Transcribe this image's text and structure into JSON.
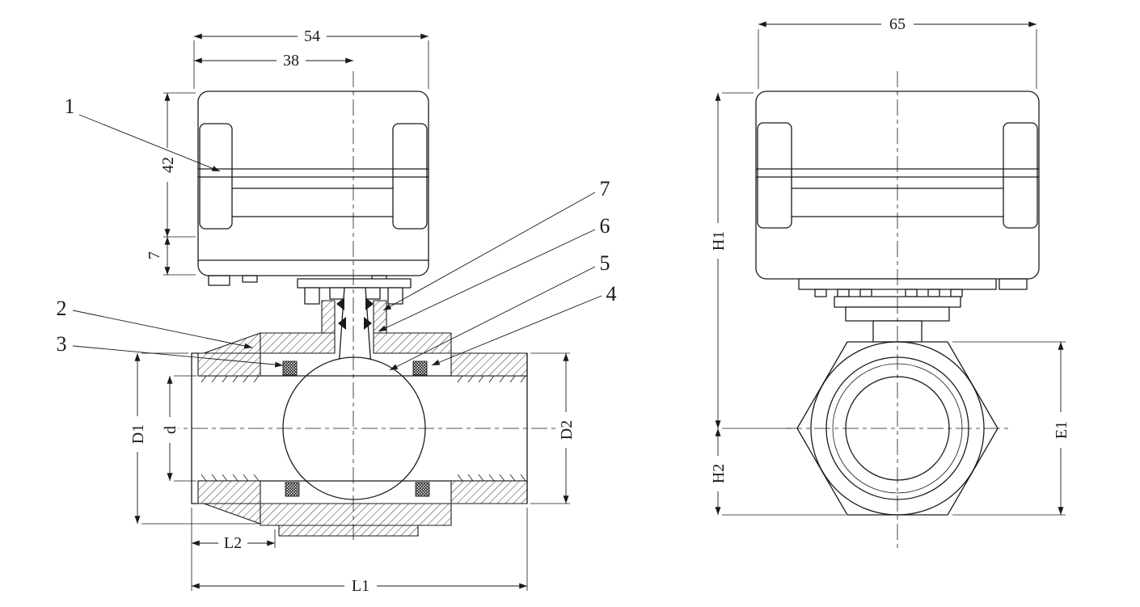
{
  "colors": {
    "ink": "#1a1a1a",
    "background": "#ffffff"
  },
  "front": {
    "dims": {
      "d54": "54",
      "d38": "38",
      "d42": "42",
      "d7": "7",
      "D1": "D1",
      "d_bore": "d",
      "D2": "D2",
      "L2": "L2",
      "L1": "L1"
    },
    "callouts": {
      "n1": "1",
      "n2": "2",
      "n3": "3",
      "n4": "4",
      "n5": "5",
      "n6": "6",
      "n7": "7"
    }
  },
  "side": {
    "dims": {
      "d65": "65",
      "H1": "H1",
      "H2": "H2",
      "E1": "E1"
    }
  }
}
